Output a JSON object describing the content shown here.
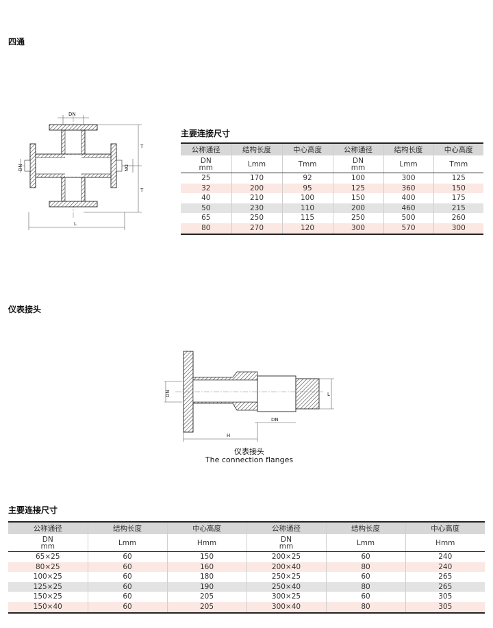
{
  "section1": {
    "title": "四通",
    "diagram_labels": {
      "dn_top": "DN",
      "dn_left": "DN",
      "dn_right": "DN",
      "t_top": "T",
      "t_bottom": "T",
      "l_bottom": "L"
    },
    "table_title": "主要连接尺寸",
    "headers": [
      "公称通径",
      "结构长度",
      "中心高度",
      "公称通径",
      "结构长度",
      "中心高度"
    ],
    "units": [
      {
        "a": "DN",
        "b": "mm"
      },
      {
        "a": "Lmm",
        "b": ""
      },
      {
        "a": "Tmm",
        "b": ""
      },
      {
        "a": "DN",
        "b": "mm"
      },
      {
        "a": "Lmm",
        "b": ""
      },
      {
        "a": "Tmm",
        "b": ""
      }
    ],
    "rows": [
      [
        "25",
        "170",
        "92",
        "100",
        "300",
        "125"
      ],
      [
        "32",
        "200",
        "95",
        "125",
        "360",
        "150"
      ],
      [
        "40",
        "210",
        "100",
        "150",
        "400",
        "175"
      ],
      [
        "50",
        "230",
        "110",
        "200",
        "460",
        "215"
      ],
      [
        "65",
        "250",
        "115",
        "250",
        "500",
        "260"
      ],
      [
        "80",
        "270",
        "120",
        "300",
        "570",
        "300"
      ]
    ]
  },
  "section2": {
    "title": "仪表接头",
    "diagram_labels": {
      "dn_left": "DN",
      "dn_bottom": "DN",
      "l_right": "L",
      "h_bottom": "H"
    },
    "caption_cn": "仪表接头",
    "caption_en": "The connection flanges",
    "table_title": "主要连接尺寸",
    "headers": [
      "公称通径",
      "结构长度",
      "中心高度",
      "公称通径",
      "结构长度",
      "中心高度"
    ],
    "units": [
      {
        "a": "DN",
        "b": "mm"
      },
      {
        "a": "Lmm",
        "b": ""
      },
      {
        "a": "Hmm",
        "b": ""
      },
      {
        "a": "DN",
        "b": "mm"
      },
      {
        "a": "Lmm",
        "b": ""
      },
      {
        "a": "Hmm",
        "b": ""
      }
    ],
    "rows": [
      [
        "65×25",
        "60",
        "150",
        "200×25",
        "60",
        "240"
      ],
      [
        "80×25",
        "60",
        "160",
        "200×40",
        "80",
        "240"
      ],
      [
        "100×25",
        "60",
        "180",
        "250×25",
        "60",
        "265"
      ],
      [
        "125×25",
        "60",
        "190",
        "250×40",
        "80",
        "265"
      ],
      [
        "150×25",
        "60",
        "205",
        "300×25",
        "60",
        "305"
      ],
      [
        "150×40",
        "60",
        "205",
        "300×40",
        "80",
        "305"
      ]
    ]
  }
}
